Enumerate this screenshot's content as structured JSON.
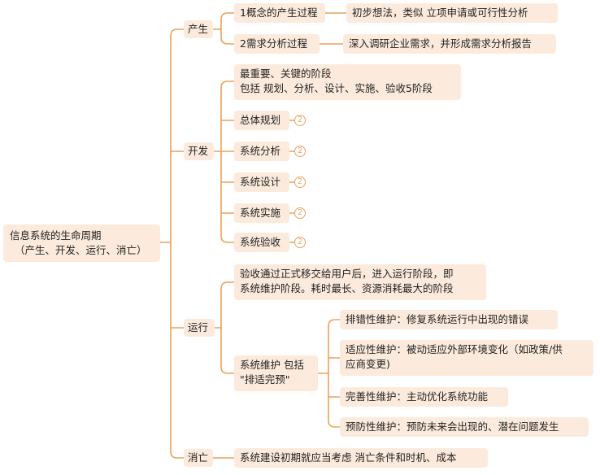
{
  "root": {
    "title": "信息系统的生命周期",
    "subtitle": "（产生、开发、运行、消亡）"
  },
  "branches": {
    "produce": {
      "label": "产生",
      "concept": {
        "label": "1概念的产生过程",
        "detail": "初步想法，类似 立项申请或可行性分析"
      },
      "requirement": {
        "label": "2需求分析过程",
        "detail": "深入调研企业需求，并形成需求分析报告"
      }
    },
    "develop": {
      "label": "开发",
      "note_line1": "最重要、关键的阶段",
      "note_line2": "包括 规划、分析、设计、实施、验收5阶段",
      "stages": [
        {
          "label": "总体规划",
          "badge": "2"
        },
        {
          "label": "系统分析",
          "badge": "2"
        },
        {
          "label": "系统设计",
          "badge": "2"
        },
        {
          "label": "系统实施",
          "badge": "2"
        },
        {
          "label": "系统验收",
          "badge": "2"
        }
      ]
    },
    "operate": {
      "label": "运行",
      "note_line1": "验收通过正式移交给用户后，进入运行阶段，即",
      "note_line2": "系统维护阶段。耗时最长、资源消耗最大的阶段",
      "maintenance_line1": "系统维护 包括",
      "maintenance_line2": "\"排适完预\"",
      "types": {
        "corrective": "排错性维护：修复系统运行中出现的错误",
        "adaptive_line1": "适应性维护：被动适应外部环境变化（如政策/供",
        "adaptive_line2": "应商变更)",
        "perfective": "完善性维护：主动优化系统功能",
        "preventive": "预防性维护：预防未来会出现的、潜在问题发生"
      }
    },
    "retire": {
      "label": "消亡",
      "detail": "系统建设初期就应当考虑 消亡条件和时机、成本"
    }
  },
  "colors": {
    "line": "#e9a25f",
    "node_fill": "#fcebdc"
  }
}
